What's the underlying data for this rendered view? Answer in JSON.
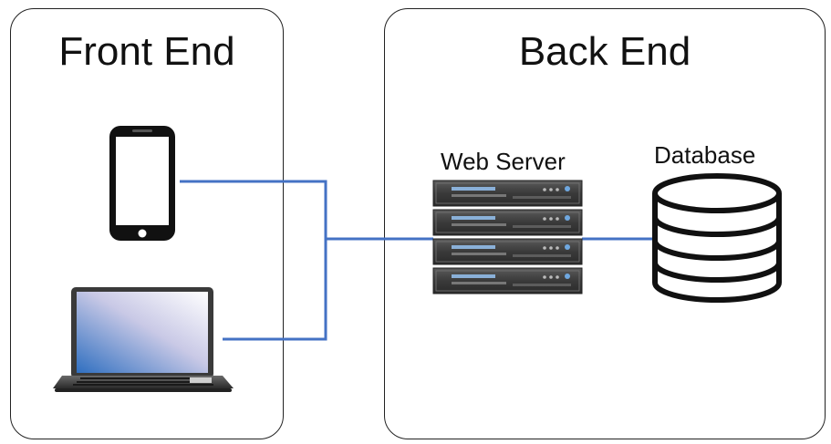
{
  "front_end": {
    "title": "Front End"
  },
  "back_end": {
    "title": "Back End"
  },
  "nodes": {
    "web_server": "Web Server",
    "database": "Database"
  },
  "colors": {
    "connector": "#4472c4",
    "panel_border": "#222222"
  },
  "icons": [
    "smartphone-icon",
    "laptop-icon",
    "server-rack-icon",
    "database-icon"
  ]
}
